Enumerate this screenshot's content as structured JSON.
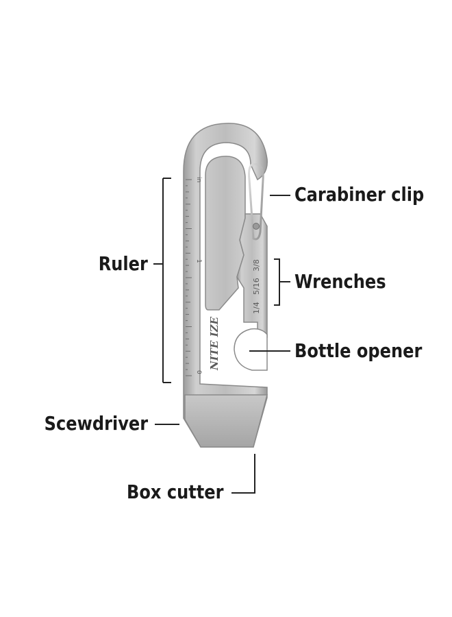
{
  "labels": {
    "carabiner": "Carabiner clip",
    "ruler": "Ruler",
    "wrenches": "Wrenches",
    "bottle_opener": "Bottle opener",
    "screwdriver": "Scewdriver",
    "box_cutter": "Box cutter"
  },
  "tool": {
    "brand": "NITE IZE",
    "ruler_marks": [
      "in",
      "1",
      "0"
    ],
    "wrench_sizes": [
      "3/8",
      "5/16",
      "1/4"
    ]
  },
  "colors": {
    "steel_light": "#d4d4d4",
    "steel_mid": "#b3b3b3",
    "steel_dark": "#8a8a8a",
    "text": "#1a1a1a",
    "background": "#ffffff"
  }
}
